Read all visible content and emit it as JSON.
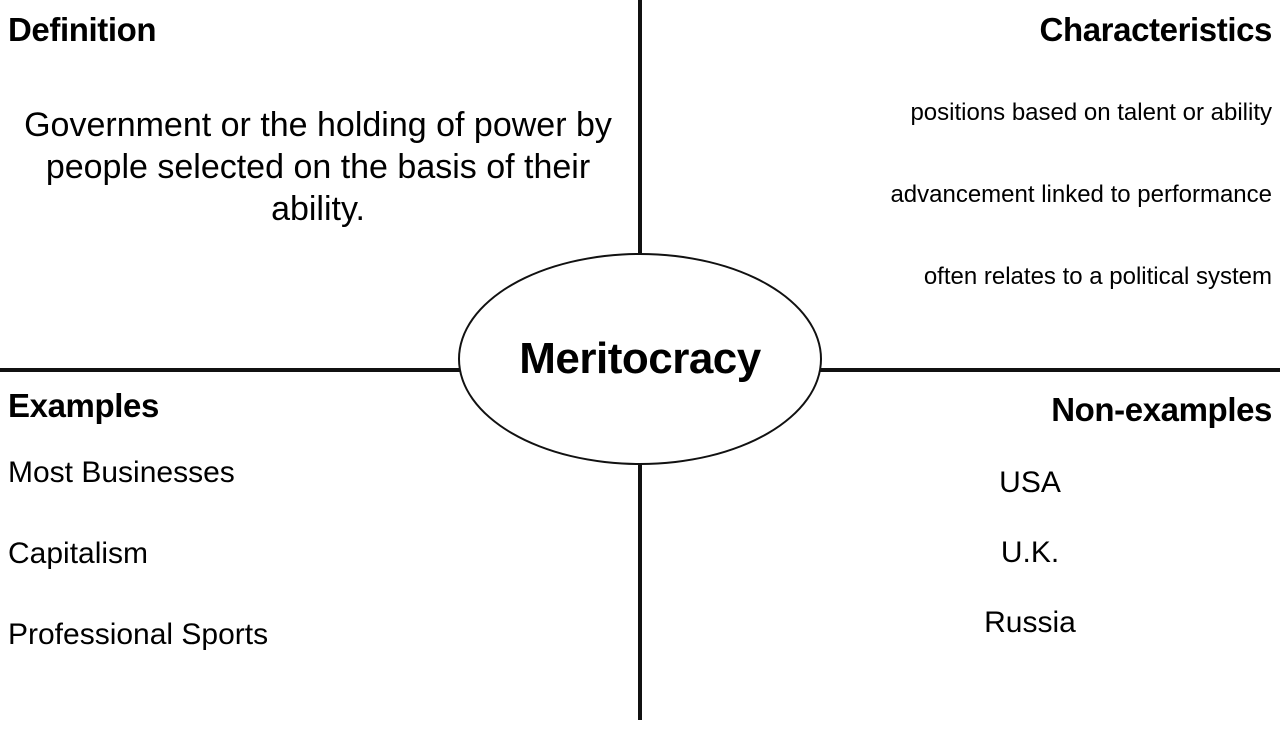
{
  "diagram": {
    "type": "frayer-model",
    "center_term": "Meritocracy",
    "background_color": "#ffffff",
    "line_color": "#111111",
    "text_color": "#000000",
    "quadrants": {
      "top_left": {
        "heading": "Definition",
        "body": "Government or the holding of power by people selected on the basis of their ability."
      },
      "top_right": {
        "heading": "Characteristics",
        "items": [
          "positions based on talent or ability",
          "advancement linked to performance",
          "often relates to a political system"
        ]
      },
      "bottom_left": {
        "heading": "Examples",
        "items": [
          "Most Businesses",
          "Capitalism",
          "Professional Sports"
        ]
      },
      "bottom_right": {
        "heading": "Non-examples",
        "items": [
          "USA",
          "U.K.",
          "Russia"
        ]
      }
    }
  }
}
